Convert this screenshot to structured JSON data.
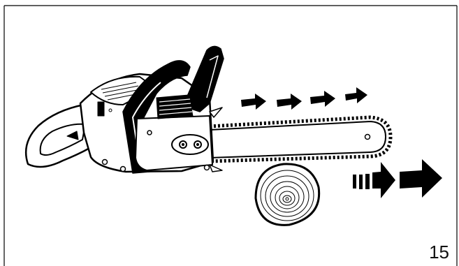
{
  "figure": {
    "number": "15",
    "border_color": "#000000",
    "ink_color": "#000000",
    "paper_color": "#ffffff"
  },
  "icons": [
    "chainsaw-illustration",
    "chain-direction-arrow",
    "cut-feed-arrow",
    "log-cross-section"
  ]
}
